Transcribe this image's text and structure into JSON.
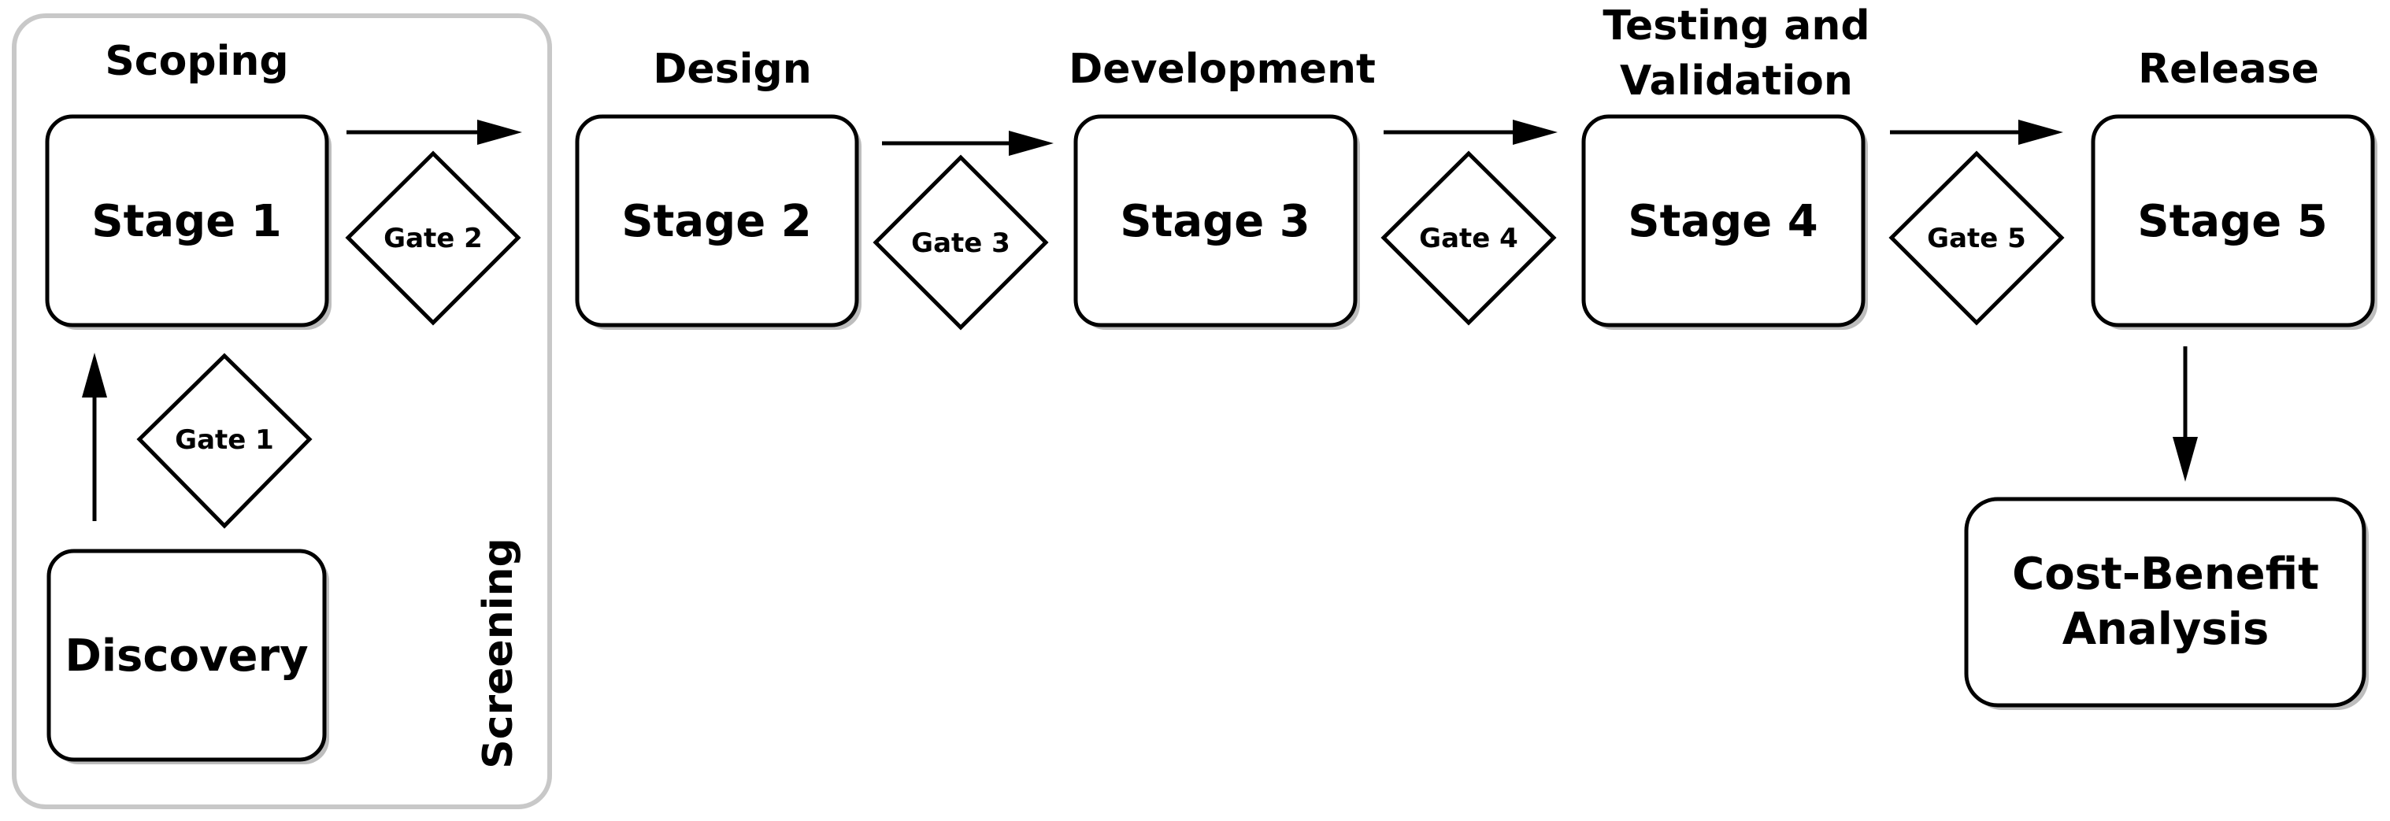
{
  "group": {
    "label": "Screening"
  },
  "phases": {
    "scoping": "Scoping",
    "design": "Design",
    "development": "Development",
    "testing_line1": "Testing and",
    "testing_line2": "Validation",
    "release": "Release"
  },
  "stages": {
    "stage1": "Stage 1",
    "stage2": "Stage 2",
    "stage3": "Stage 3",
    "stage4": "Stage 4",
    "stage5": "Stage 5",
    "discovery": "Discovery",
    "cba_line1": "Cost-Benefit",
    "cba_line2": "Analysis"
  },
  "gates": {
    "gate1": "Gate 1",
    "gate2": "Gate 2",
    "gate3": "Gate 3",
    "gate4": "Gate 4",
    "gate5": "Gate 5"
  }
}
